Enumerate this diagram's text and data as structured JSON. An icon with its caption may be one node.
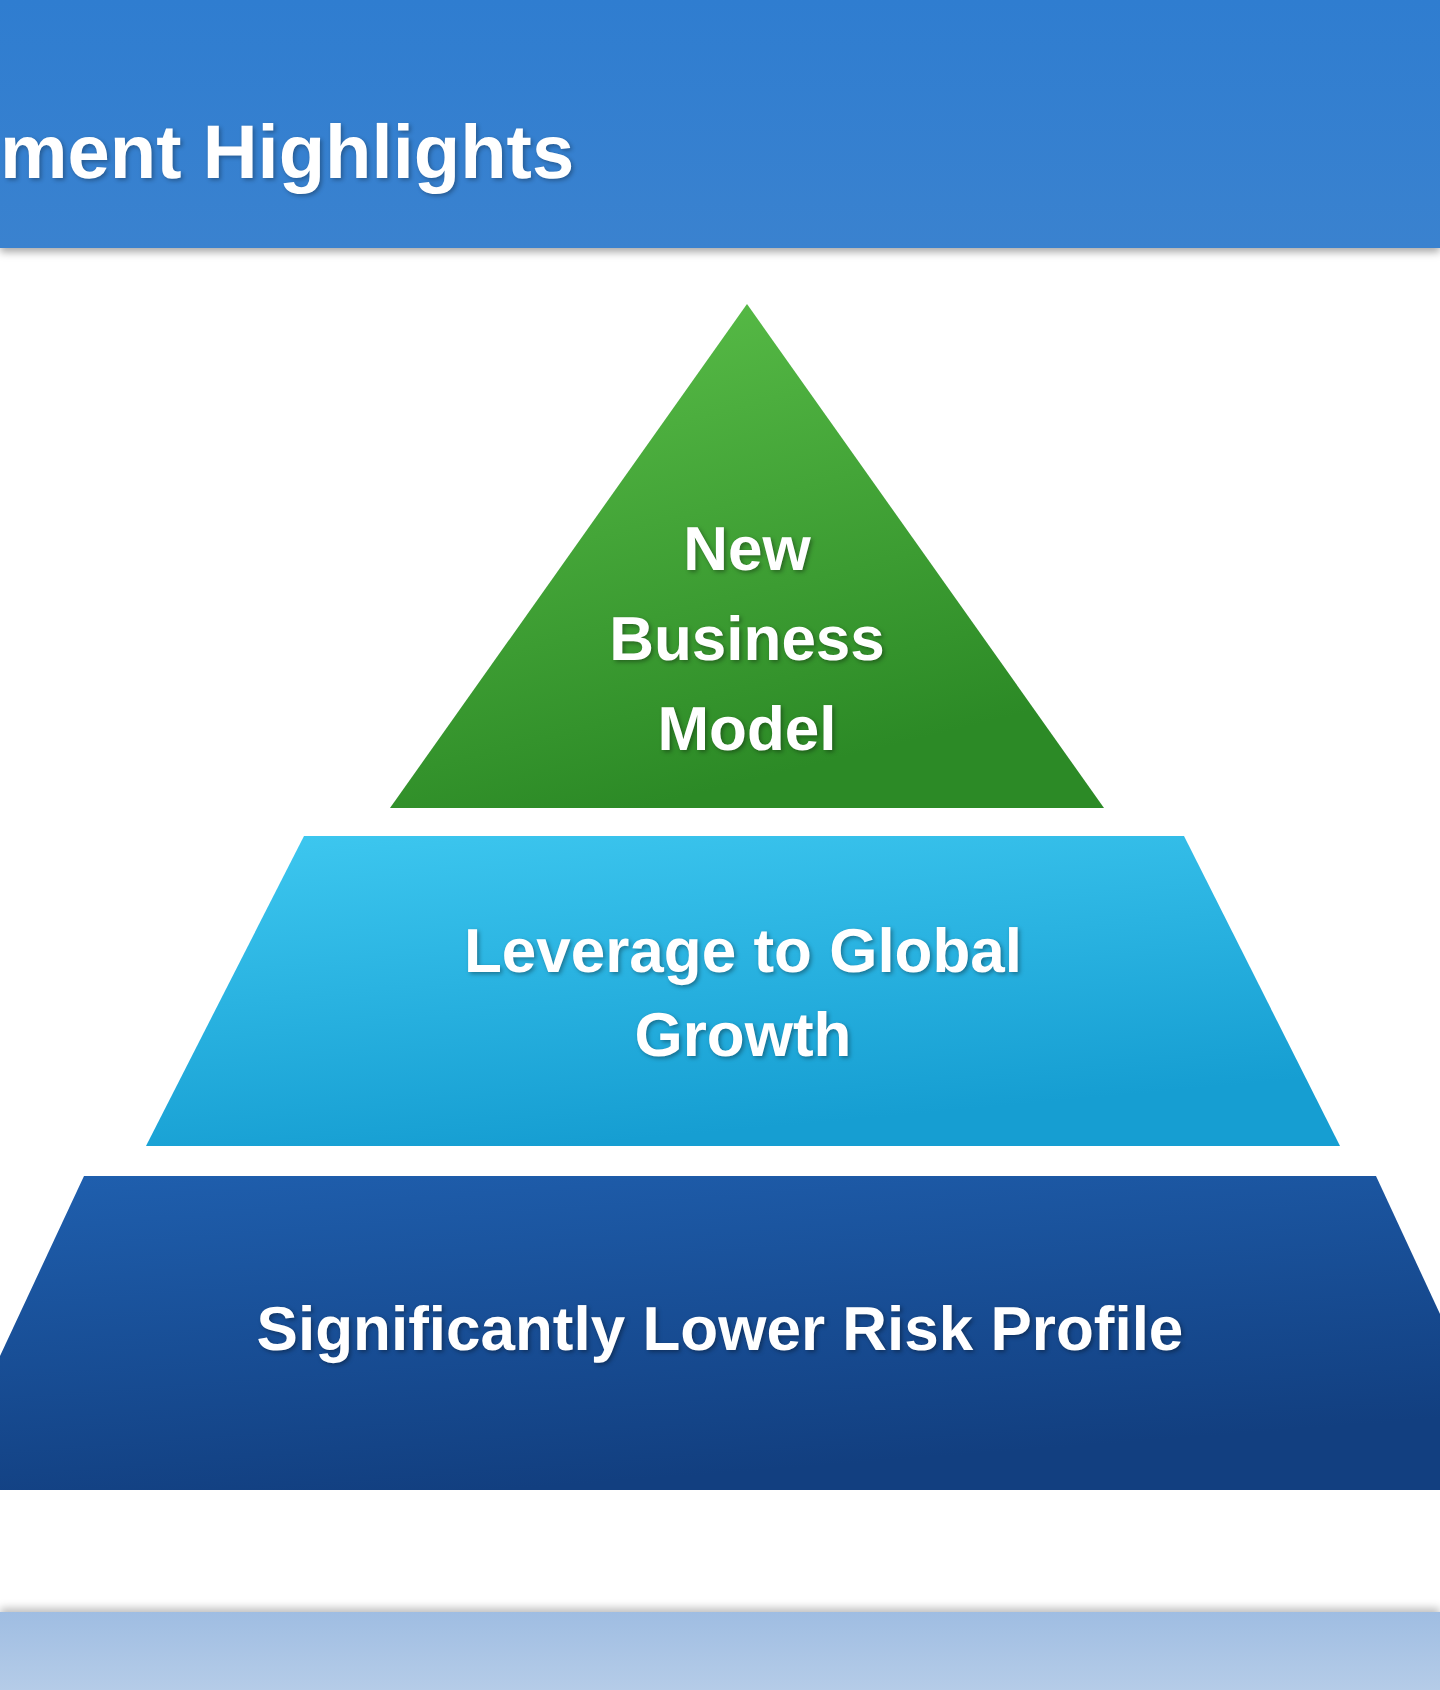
{
  "diagram": {
    "title": "ment Highlights",
    "nodes": [
      {
        "text": [
          "New Business Model"
        ]
      },
      {
        "text": [
          "Leverage to Global Growth"
        ]
      },
      {
        "text": [
          "Significantly Lower Risk Profile"
        ]
      }
    ]
  }
}
